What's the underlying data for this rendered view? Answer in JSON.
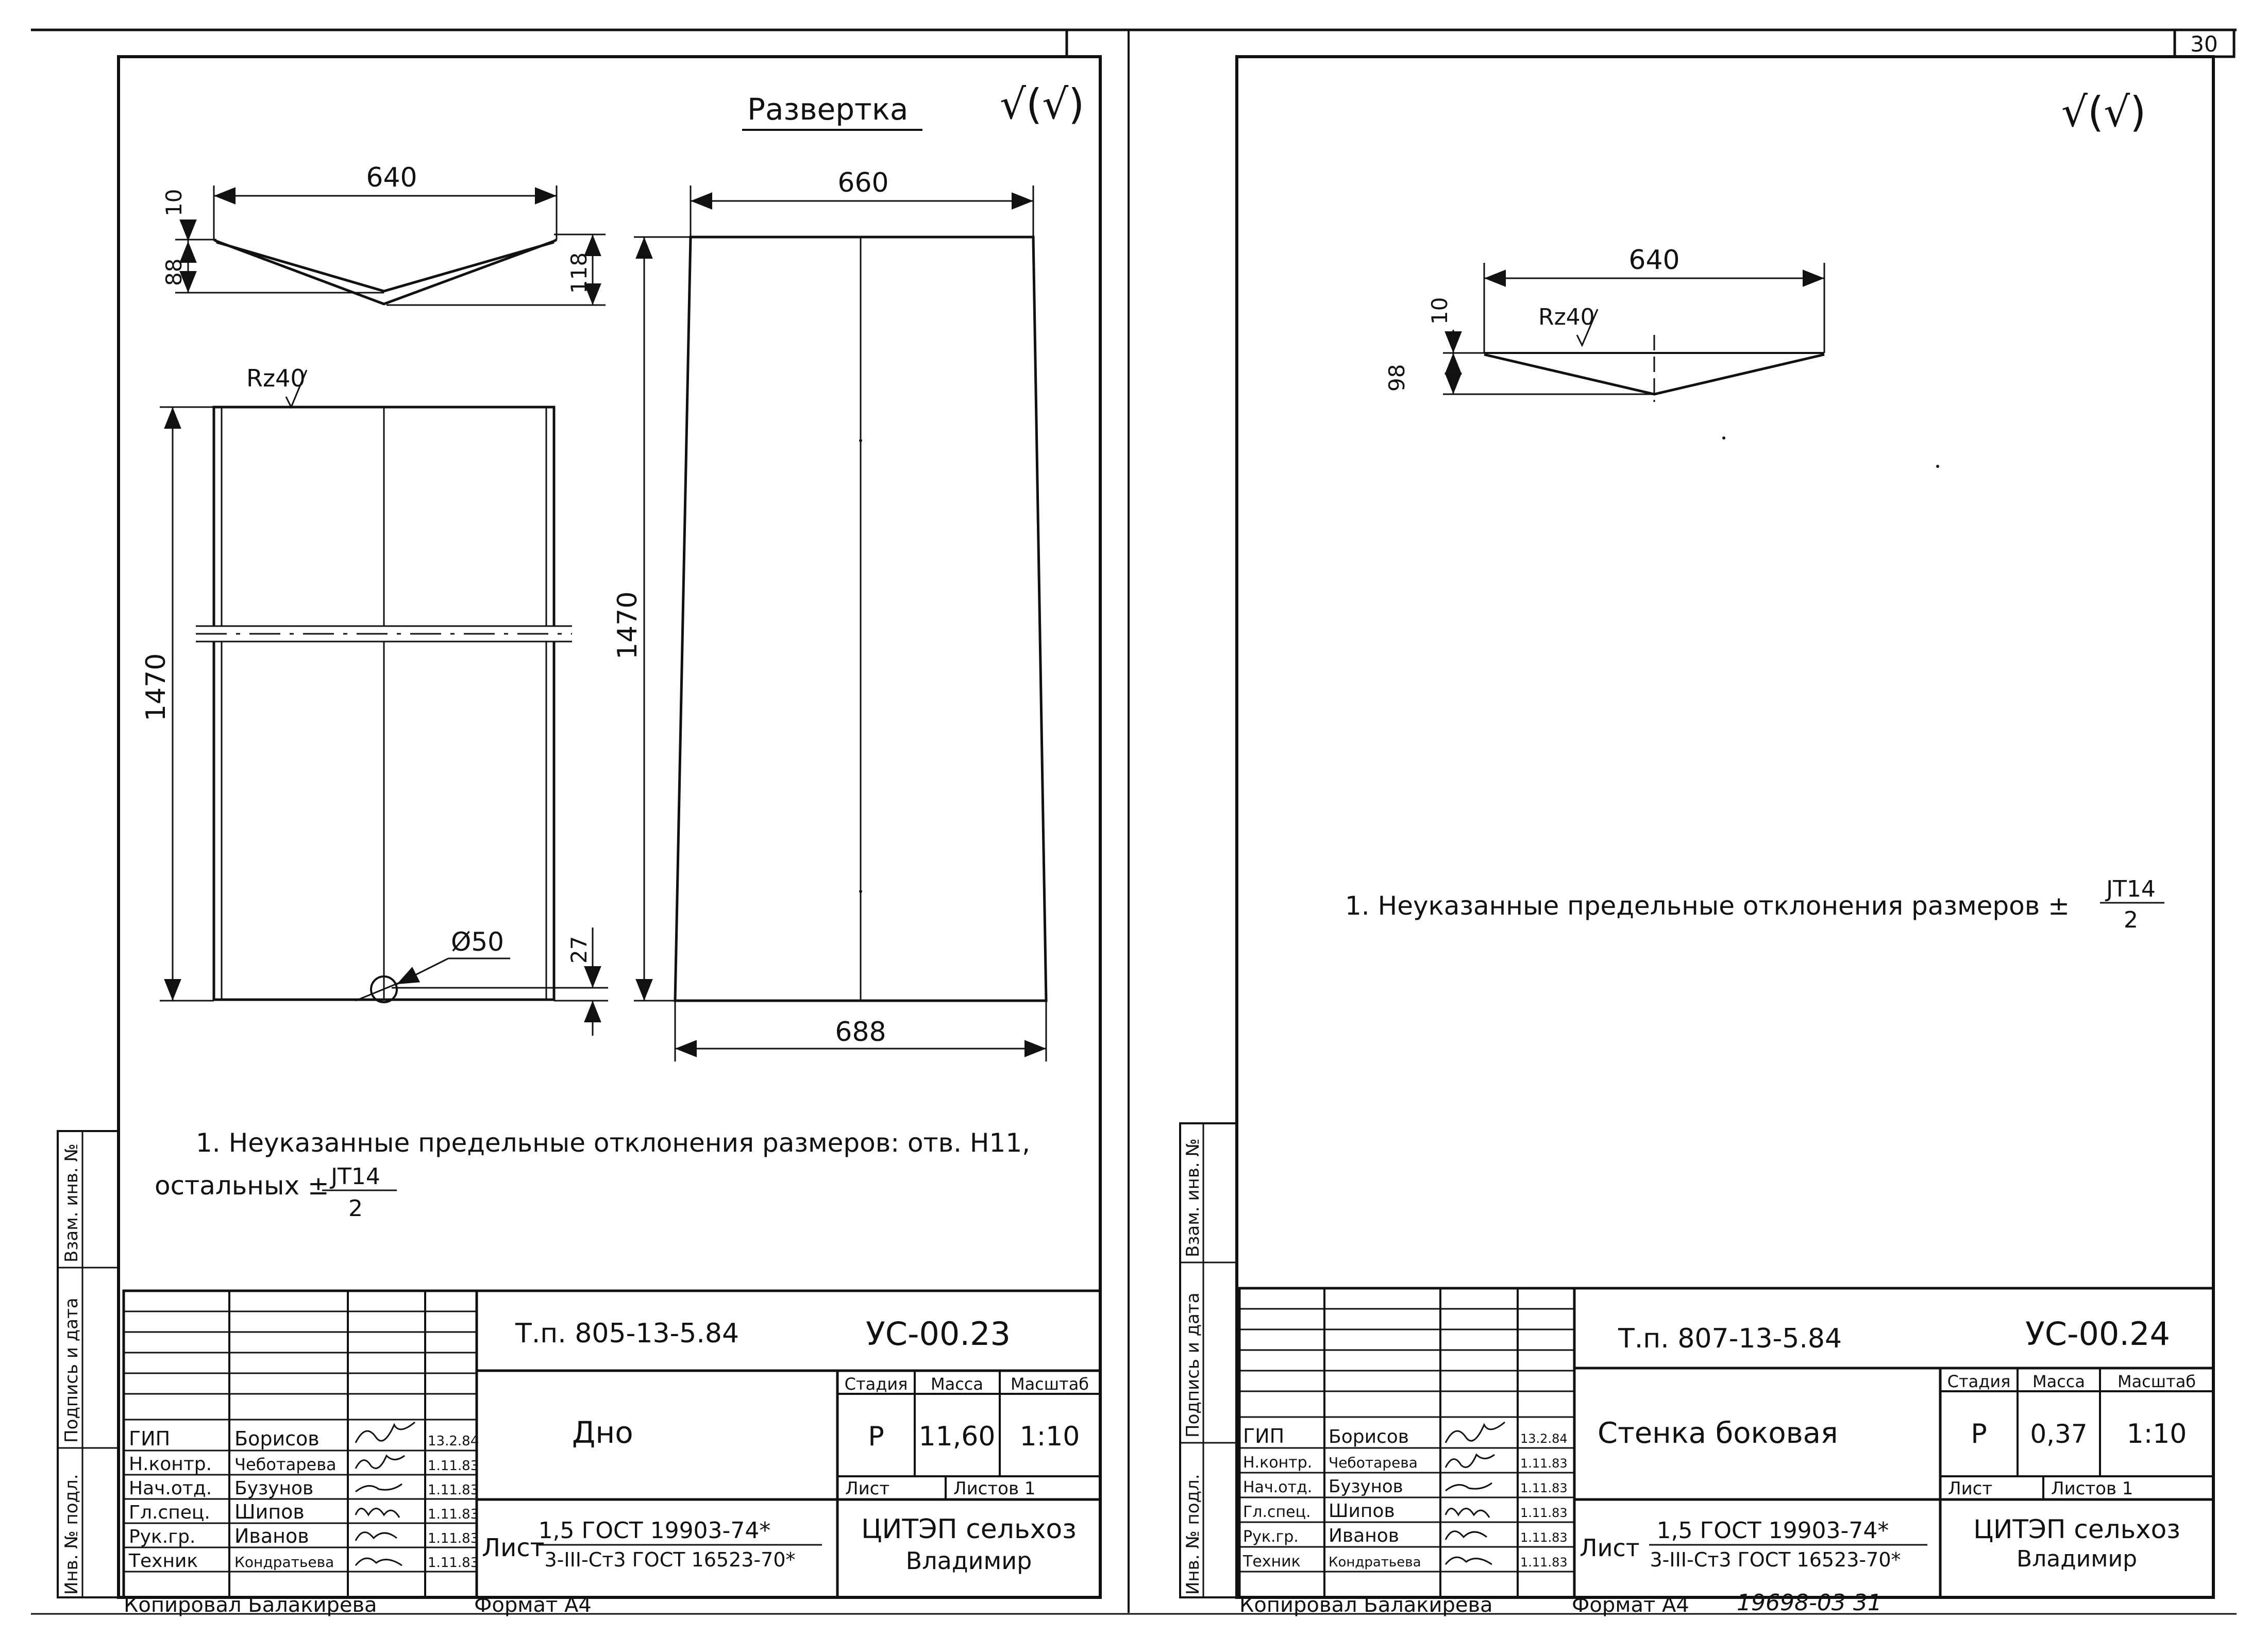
{
  "page_number": "30",
  "left_sheet": {
    "roughness_symbol": "√(√)",
    "title": "Развертка",
    "dims": {
      "top_width": "640",
      "small_height": "10",
      "depth": "88",
      "total_depth": "118",
      "right_top_width": "660",
      "height_left": "1470",
      "height_right": "1470",
      "bottom_width": "688",
      "hole_diameter": "Ø50",
      "hole_offset": "27",
      "roughness": "Rz40"
    },
    "note_line1": "1. Неуказанные предельные отклонения размеров: отв. Н11,",
    "note_line2_prefix": "остальных ±",
    "note_frac_num": "JT14",
    "note_frac_den": "2",
    "side_stamps": [
      "Инв. № подл.",
      "Подпись и дата",
      "Взам. инв. №"
    ],
    "title_block": {
      "doc_code": "Т.п. 805-13-5.84",
      "designation": "УС-00.23",
      "name": "Дно",
      "headers": [
        "Стадия",
        "Масса",
        "Масштаб"
      ],
      "stage": "Р",
      "mass": "11,60",
      "scale": "1:10",
      "sheet_label": "Лист",
      "sheets_label": "Листов 1",
      "material_prefix": "Лист",
      "material_num": "1,5 ГОСТ 19903-74*",
      "material_den": "3-III-Ст3 ГОСТ 16523-70*",
      "org_line1": "ЦИТЭП сельхоз",
      "org_line2": "Владимир",
      "signers": [
        {
          "role": "ГИП",
          "name": "Борисов",
          "date": "13.2.84"
        },
        {
          "role": "Н.контр.",
          "name": "Чеботарева",
          "date": "1.11.83"
        },
        {
          "role": "Нач.отд.",
          "name": "Бузунов",
          "date": "1.11.83"
        },
        {
          "role": "Гл.спец.",
          "name": "Шипов",
          "date": "1.11.83"
        },
        {
          "role": "Рук.гр.",
          "name": "Иванов",
          "date": "1.11.83"
        },
        {
          "role": "Техник",
          "name": "Кондратьева",
          "date": "1.11.83"
        }
      ]
    },
    "footer_copied": "Копировал Балакирева",
    "footer_format": "Формат А4"
  },
  "right_sheet": {
    "roughness_symbol": "√(√)",
    "dims": {
      "top_width": "640",
      "small_height": "10",
      "depth": "98",
      "roughness": "Rz40"
    },
    "note_line1": "1. Неуказанные предельные отклонения размеров ±",
    "note_frac_num": "JT14",
    "note_frac_den": "2",
    "side_stamps": [
      "Инв. № подл.",
      "Подпись и дата",
      "Взам. инв. №"
    ],
    "title_block": {
      "doc_code": "Т.п. 807-13-5.84",
      "designation": "УС-00.24",
      "name": "Стенка боковая",
      "headers": [
        "Стадия",
        "Масса",
        "Масштаб"
      ],
      "stage": "Р",
      "mass": "0,37",
      "scale": "1:10",
      "sheet_label": "Лист",
      "sheets_label": "Листов 1",
      "material_prefix": "Лист",
      "material_num": "1,5 ГОСТ 19903-74*",
      "material_den": "3-III-Ст3 ГОСТ 16523-70*",
      "org_line1": "ЦИТЭП сельхоз",
      "org_line2": "Владимир",
      "signers": [
        {
          "role": "ГИП",
          "name": "Борисов",
          "date": "13.2.84"
        },
        {
          "role": "Н.контр.",
          "name": "Чеботарева",
          "date": "1.11.83"
        },
        {
          "role": "Нач.отд.",
          "name": "Бузунов",
          "date": "1.11.83"
        },
        {
          "role": "Гл.спец.",
          "name": "Шипов",
          "date": "1.11.83"
        },
        {
          "role": "Рук.гр.",
          "name": "Иванов",
          "date": "1.11.83"
        },
        {
          "role": "Техник",
          "name": "Кондратьева",
          "date": "1.11.83"
        }
      ]
    },
    "footer_copied": "Копировал Балакирева",
    "footer_format": "Формат А4",
    "footer_number": "19698-03 31"
  }
}
